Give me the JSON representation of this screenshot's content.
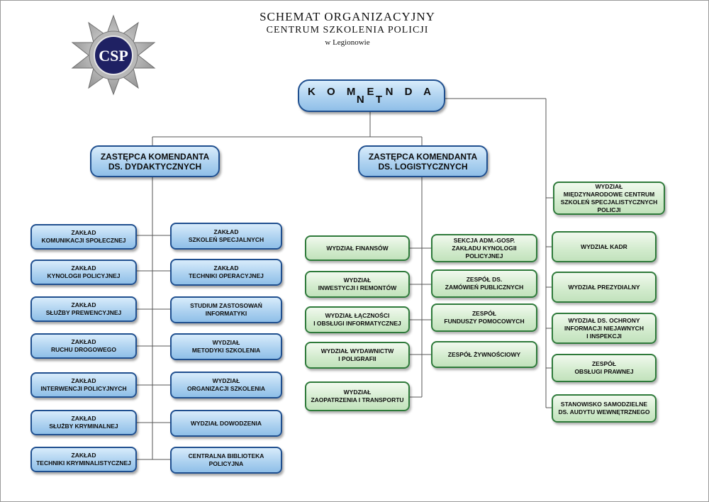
{
  "header": {
    "title": "SCHEMAT ORGANIZACYJNY",
    "subtitle": "CENTRUM SZKOLENIA POLICJI",
    "location": "w Legionowie"
  },
  "logo": {
    "text": "CSP",
    "icon": "police-star-badge"
  },
  "colors": {
    "blue_border": "#1f4f8f",
    "blue_fill": "#aed2f0",
    "green_border": "#2e7a3a",
    "green_fill": "#d2ebcd"
  },
  "commander": "K O M E N D A N T",
  "deputy_didactic": "ZASTĘPCA KOMENDANTA\nDS. DYDAKTYCZNYCH",
  "deputy_logistic": "ZASTĘPCA KOMENDANTA\nDS. LOGISTYCZNYCH",
  "didactic_left": [
    "ZAKŁAD\nKOMUNIKACJI SPOŁECZNEJ",
    "ZAKŁAD\nKYNOLOGII POLICYJNEJ",
    "ZAKŁAD\nSŁUŻBY PREWENCYJNEJ",
    "ZAKŁAD\nRUCHU DROGOWEGO",
    "ZAKŁAD\nINTERWENCJI POLICYJNYCH",
    "ZAKŁAD\nSŁUŻBY KRYMINALNEJ",
    "ZAKŁAD\nTECHNIKI KRYMINALISTYCZNEJ"
  ],
  "didactic_right": [
    "ZAKŁAD\nSZKOLEŃ SPECJALNYCH",
    "ZAKŁAD\nTECHNIKI OPERACYJNEJ",
    "STUDIUM ZASTOSOWAŃ\nINFORMATYKI",
    "WYDZIAŁ\nMETODYKI SZKOLENIA",
    "WYDZIAŁ\nORGANIZACJI SZKOLENIA",
    "WYDZIAŁ DOWODZENIA",
    "CENTRALNA BIBLIOTEKA\nPOLICYJNA"
  ],
  "logistic_left": [
    "WYDZIAŁ FINANSÓW",
    "WYDZIAŁ\nINWESTYCJI I REMONTÓW",
    "WYDZIAŁ ŁĄCZNOŚCI\nI OBSŁUGI INFORMATYCZNEJ",
    "WYDZIAŁ WYDAWNICTW\nI POLIGRAFII",
    "WYDZIAŁ\nZAOPATRZENIA I TRANSPORTU"
  ],
  "logistic_right": [
    "SEKCJA ADM.-GOSP.\nZAKŁADU KYNOLOGII\nPOLICYJNEJ",
    "ZESPÓŁ DS.\nZAMÓWIEŃ PUBLICZNYCH",
    "ZESPÓŁ\nFUNDUSZY POMOCOWYCH",
    "ZESPÓŁ ŻYWNOŚCIOWY"
  ],
  "commander_units": [
    "WYDZIAŁ\nMIĘDZYNARODOWE CENTRUM\nSZKOLEŃ SPECJALISTYCZNYCH\nPOLICJI",
    "WYDZIAŁ KADR",
    "WYDZIAŁ PREZYDIALNY",
    "WYDZIAŁ DS. OCHRONY\nINFORMACJI NIEJAWNYCH\nI INSPEKCJI",
    "ZESPÓŁ\nOBSŁUGI PRAWNEJ",
    "STANOWISKO SAMODZIELNE\nDS. AUDYTU WEWNĘTRZNEGO"
  ]
}
